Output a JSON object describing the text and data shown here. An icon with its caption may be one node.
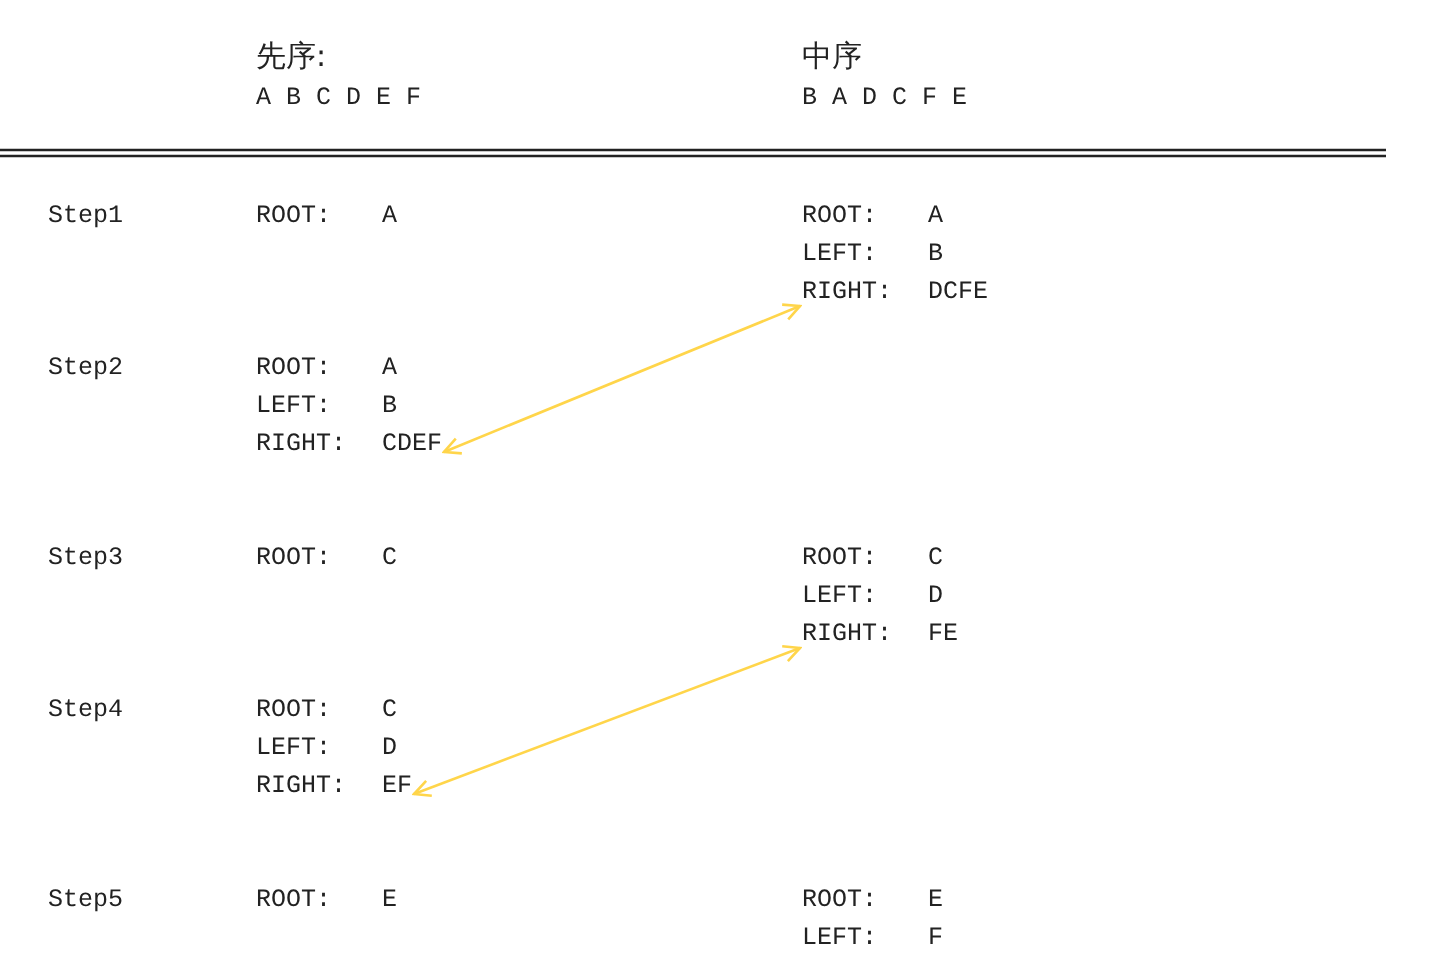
{
  "diagram": {
    "nodes": [
      {
        "text": [
          "RIGHT:",
          "DCFE"
        ]
      },
      {
        "text": [
          "RIGHT:",
          "CDEF"
        ]
      },
      {
        "text": [
          "RIGHT:",
          "FE"
        ]
      },
      {
        "text": [
          "RIGHT:",
          "EF"
        ]
      }
    ],
    "edges": [
      {
        "from": 1,
        "to": 0,
        "arrow": "both"
      },
      {
        "from": 3,
        "to": 2,
        "arrow": "both"
      }
    ],
    "labels": [
      "先序:",
      "中序",
      "A B C D E F",
      "B A D C F E",
      "Step1",
      "ROOT:",
      "A",
      "ROOT:",
      "A",
      "LEFT:",
      "B",
      "Step2",
      "ROOT:",
      "A",
      "LEFT:",
      "B",
      "Step3",
      "ROOT:",
      "C",
      "ROOT:",
      "C",
      "LEFT:",
      "D",
      "Step4",
      "ROOT:",
      "C",
      "LEFT:",
      "D",
      "Step5",
      "ROOT:",
      "E",
      "ROOT:",
      "E",
      "LEFT:",
      "F"
    ]
  }
}
